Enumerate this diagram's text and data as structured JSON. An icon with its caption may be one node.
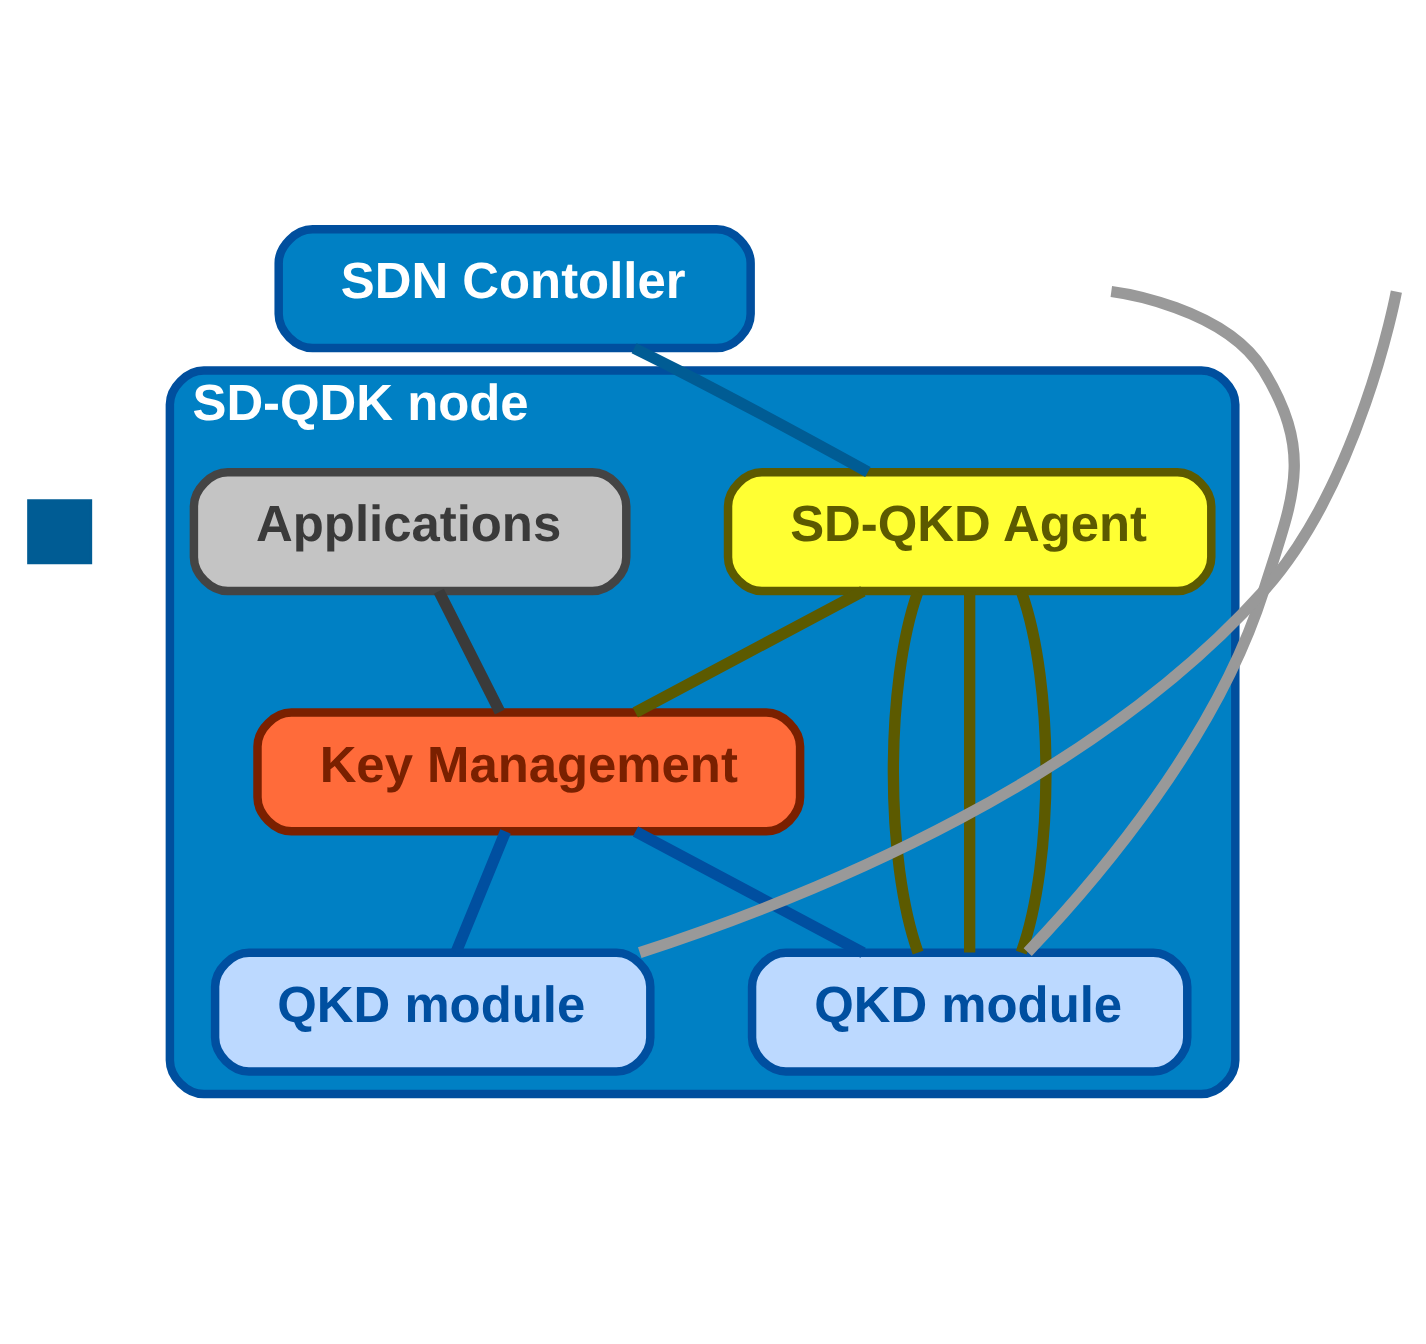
{
  "diagram": {
    "nodes": [
      {
        "text": [
          "SDN Contoller"
        ]
      },
      {
        "text": [],
        "shape": "box"
      },
      {
        "text": [
          "SD-QDK node"
        ]
      },
      {
        "text": [
          "SD-QKD Agent"
        ],
        "in": 2
      },
      {
        "text": [
          "Applications"
        ],
        "in": 2
      },
      {
        "text": [
          "Key Management"
        ],
        "in": 2
      },
      {
        "text": [
          "QKD module"
        ],
        "in": 2
      },
      {
        "text": [
          "QKD module"
        ],
        "in": 2
      }
    ],
    "edges": [
      {
        "from": 0,
        "to": 3,
        "arrow": "none",
        "color": "#005c94"
      },
      {
        "from": 4,
        "to": 5,
        "arrow": "none",
        "color": "#3a3a3a"
      },
      {
        "from": 3,
        "to": 5,
        "arrow": "none"
      },
      {
        "from": 3,
        "to": 6,
        "arrow": "none"
      },
      {
        "from": 3,
        "to": 6,
        "arrow": "none"
      },
      {
        "from": 3,
        "to": 6,
        "arrow": "none"
      },
      {
        "from": 5,
        "to": 6,
        "arrow": "none",
        "color": "#004fa0"
      },
      {
        "from": 5,
        "to": 7,
        "arrow": "none",
        "color": "#004fa0"
      },
      {
        "from": 6,
        "to": null,
        "arrow": "none",
        "color": "#999999"
      },
      {
        "from": 7,
        "to": null,
        "arrow": "none",
        "color": "#999999"
      }
    ]
  }
}
